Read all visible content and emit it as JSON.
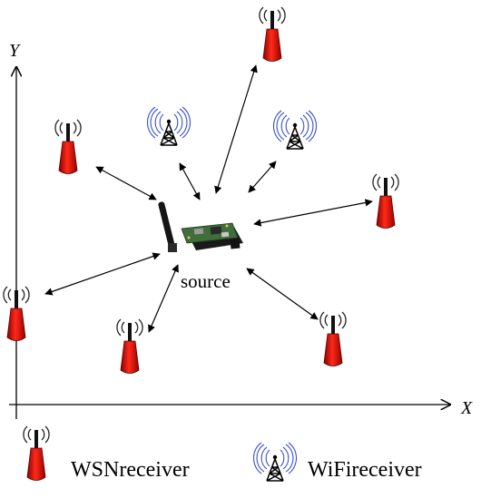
{
  "axes": {
    "x_label": "X",
    "y_label": "Y"
  },
  "source": {
    "label": "source",
    "icon": "wireless-sensor-board-icon"
  },
  "legend": {
    "wsn_label": "WSNreceiver",
    "wsn_icon": "wsn-receiver-antenna-icon",
    "wifi_label": "WiFireceiver",
    "wifi_icon": "wifi-receiver-tower-icon"
  },
  "colors": {
    "wsn_body": "#e0100c",
    "wsn_body_dark": "#8a0000",
    "wifi_tower": "#000000",
    "wifi_waves": "#3a4fd0",
    "board_green": "#3f6e3a",
    "arrows": "#000000"
  }
}
